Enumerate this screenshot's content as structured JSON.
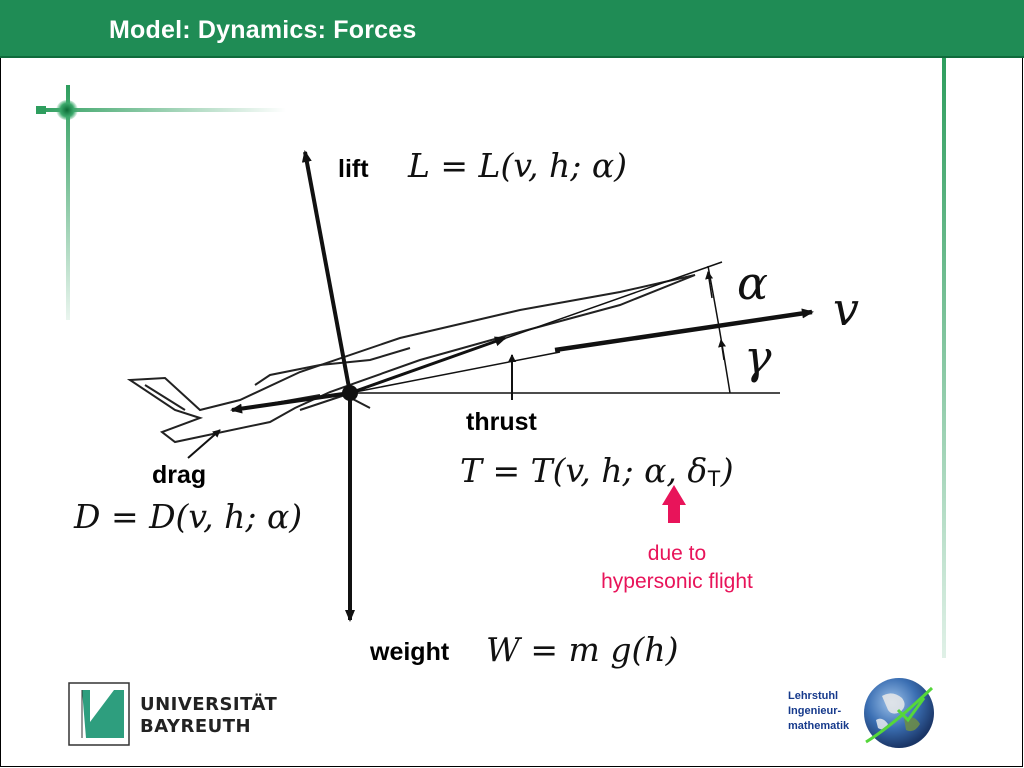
{
  "slide": {
    "title": "Model: Dynamics: Forces"
  },
  "diagram": {
    "labels": {
      "lift": "lift",
      "thrust": "thrust",
      "drag": "drag",
      "weight": "weight"
    },
    "equations": {
      "lift": "L = L(v, h; α)",
      "thrust_main": "T = T(v, h; α, δ",
      "thrust_sub": "T",
      "thrust_close": ")",
      "drag": "D = D(v, h; α)",
      "weight": "W = m g(h)"
    },
    "angles": {
      "alpha": "α",
      "gamma": "γ",
      "velocity": "v"
    },
    "note": {
      "line1": "due to",
      "line2": "hypersonic flight",
      "color": "#e8145a"
    }
  },
  "footer": {
    "university_line1": "UNIVERSITÄT",
    "university_line2": "BAYREUTH",
    "chair_line1": "Lehrstuhl",
    "chair_line2": "Ingenieur-",
    "chair_line3": "mathematik"
  },
  "colors": {
    "title_bar": "#1f8c55",
    "accent": "#2e9e5e",
    "chair_text": "#163a8c"
  }
}
